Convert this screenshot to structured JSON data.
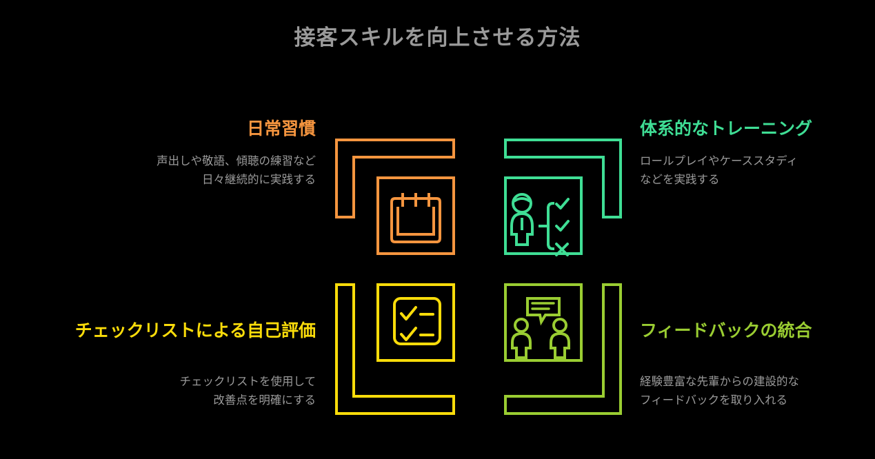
{
  "page": {
    "title": "接客スキルを向上させる方法",
    "background_color": "#000000",
    "text_color": "#9a9a9a"
  },
  "quadrants": [
    {
      "id": "daily",
      "position": "top-left",
      "heading": "日常習慣",
      "color": "#F5953F",
      "description": "声出しや敬語、傾聴の練習など\n日々継続的に実践する",
      "description_lines": [
        "声出しや敬語、傾聴の練習など",
        "日々継続的に実践する"
      ],
      "icon": "calendar-icon",
      "bracket_corner": "top-left"
    },
    {
      "id": "training",
      "position": "top-right",
      "heading": "体系的なトレーニング",
      "color": "#3FDE95",
      "description": "ロールプレイやケーススタディ\nなどを実践する",
      "description_lines": [
        "ロールプレイやケーススタディ",
        "などを実践する"
      ],
      "icon": "person-decision-tree-icon",
      "bracket_corner": "top-right"
    },
    {
      "id": "checklist",
      "position": "bottom-left",
      "heading": "チェックリストによる自己評価",
      "color": "#FADC0A",
      "description": "チェックリストを使用して\n改善点を明確にする",
      "description_lines": [
        "チェックリストを使用して",
        "改善点を明確にする"
      ],
      "icon": "checklist-icon",
      "bracket_corner": "bottom-left"
    },
    {
      "id": "feedback",
      "position": "bottom-right",
      "heading": "フィードバックの統合",
      "color": "#9ACD32",
      "description": "経験豊富な先輩からの建設的な\nフィードバックを取り入れる",
      "description_lines": [
        "経験豊富な先輩からの建設的な",
        "フィードバックを取り入れる"
      ],
      "icon": "two-people-speech-bubble-icon",
      "bracket_corner": "bottom-right"
    }
  ]
}
